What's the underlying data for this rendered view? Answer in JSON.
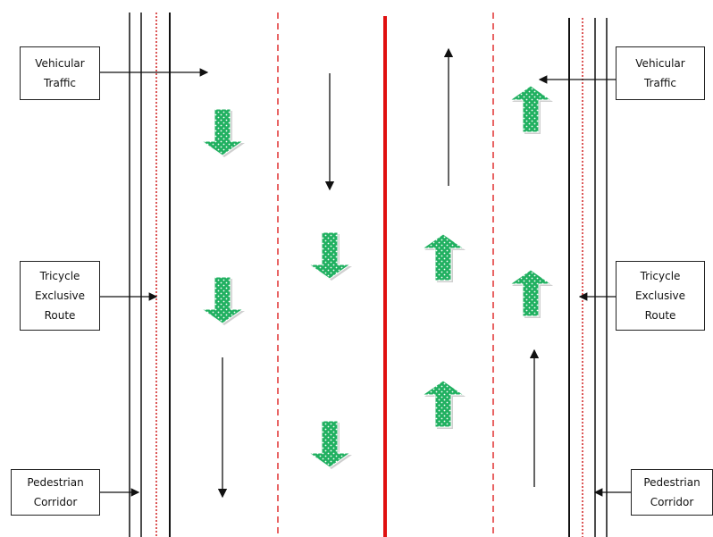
{
  "labels": {
    "left": {
      "vehicular_traffic": "Vehicular\nTraffic",
      "tricycle_route": "Tricycle\nExclusive\nRoute",
      "pedestrian_corridor": "Pedestrian\nCorridor"
    },
    "right": {
      "vehicular_traffic": "Vehicular\nTraffic",
      "tricycle_route": "Tricycle\nExclusive\nRoute",
      "pedestrian_corridor": "Pedestrian\nCorridor"
    }
  },
  "colors": {
    "line": "#111111",
    "median": "#e01010",
    "lane_divider": "#e03030",
    "tricycle_boundary": "#d02020",
    "tricycle_arrow_fill": "#20b060",
    "tricycle_arrow_dots": "#ffffff",
    "arrow_shadow": "#c8c8c8"
  },
  "icons": {
    "tricycle_arrow": "dotted-block-arrow-icon",
    "traffic_arrow": "thin-arrow-icon"
  }
}
